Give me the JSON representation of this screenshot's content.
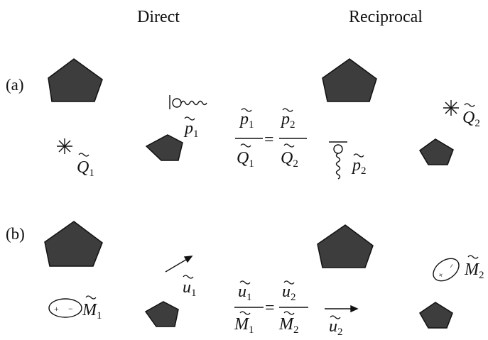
{
  "colors": {
    "shape_fill": "#3d3d3d",
    "stroke": "#111111"
  },
  "headers": {
    "direct": "Direct",
    "reciprocal": "Reciprocal"
  },
  "panel_a": {
    "label": "(a)",
    "q1": {
      "letter": "Q",
      "sub": "1"
    },
    "p1": {
      "letter": "p",
      "sub": "1"
    },
    "q2": {
      "letter": "Q",
      "sub": "2"
    },
    "p2": {
      "letter": "p",
      "sub": "2"
    },
    "eq": {
      "num_left": {
        "letter": "p",
        "sub": "1"
      },
      "den_left": {
        "letter": "Q",
        "sub": "1"
      },
      "equals": "=",
      "num_right": {
        "letter": "p",
        "sub": "2"
      },
      "den_right": {
        "letter": "Q",
        "sub": "2"
      }
    },
    "icons": [
      "source-asterisk-icon",
      "receiver-microphone-icon"
    ]
  },
  "panel_b": {
    "label": "(b)",
    "m1": {
      "letter": "M",
      "sub": "1",
      "plus": "+",
      "minus": "−"
    },
    "u1": {
      "letter": "u",
      "sub": "1"
    },
    "m2": {
      "letter": "M",
      "sub": "2",
      "plus": "+",
      "minus": "−"
    },
    "u2": {
      "letter": "u",
      "sub": "2"
    },
    "eq": {
      "num_left": {
        "letter": "u",
        "sub": "1"
      },
      "den_left": {
        "letter": "M",
        "sub": "1"
      },
      "equals": "=",
      "num_right": {
        "letter": "u",
        "sub": "2"
      },
      "den_right": {
        "letter": "M",
        "sub": "2"
      }
    },
    "icons": [
      "moment-dipole-icon",
      "velocity-arrow-icon"
    ]
  }
}
